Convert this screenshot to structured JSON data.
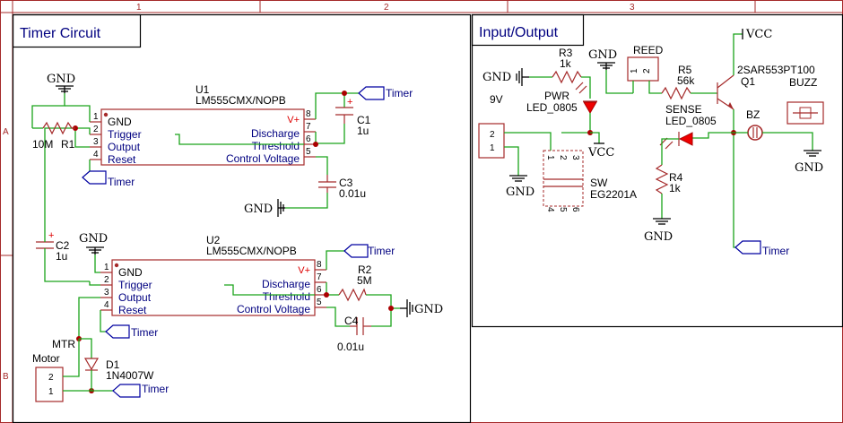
{
  "frame": {
    "columns": [
      "1",
      "2",
      "3"
    ],
    "rows": [
      "A",
      "B"
    ]
  },
  "timer_section": {
    "title": "Timer Circuit"
  },
  "io_section": {
    "title": "Input/Output"
  },
  "u1": {
    "ref": "U1",
    "part": "LM555CMX/NOPB",
    "left_pins": [
      {
        "num": "1",
        "name": "GND"
      },
      {
        "num": "2",
        "name": "Trigger"
      },
      {
        "num": "3",
        "name": "Output"
      },
      {
        "num": "4",
        "name": "Reset"
      }
    ],
    "right_pins": [
      {
        "num": "8",
        "name": "V+"
      },
      {
        "num": "7",
        "name": "Discharge"
      },
      {
        "num": "6",
        "name": "Threshold"
      },
      {
        "num": "5",
        "name": "Control Voltage"
      }
    ]
  },
  "u2": {
    "ref": "U2",
    "part": "LM555CMX/NOPB",
    "left_pins": [
      {
        "num": "1",
        "name": "GND"
      },
      {
        "num": "2",
        "name": "Trigger"
      },
      {
        "num": "3",
        "name": "Output"
      },
      {
        "num": "4",
        "name": "Reset"
      }
    ],
    "right_pins": [
      {
        "num": "8",
        "name": "V+"
      },
      {
        "num": "7",
        "name": "Discharge"
      },
      {
        "num": "6",
        "name": "Threshold"
      },
      {
        "num": "5",
        "name": "Control Voltage"
      }
    ]
  },
  "r1": {
    "ref": "R1",
    "value": "10M"
  },
  "r2": {
    "ref": "R2",
    "value": "5M"
  },
  "r3": {
    "ref": "R3",
    "value": "1k"
  },
  "r4": {
    "ref": "R4",
    "value": "1k"
  },
  "r5": {
    "ref": "R5",
    "value": "56k"
  },
  "c1": {
    "ref": "C1",
    "value": "1u"
  },
  "c2": {
    "ref": "C2",
    "value": "1u"
  },
  "c3": {
    "ref": "C3",
    "value": "0.01u"
  },
  "c4": {
    "ref": "C4",
    "value": "0.01u"
  },
  "d1": {
    "ref": "D1",
    "value": "1N4007W"
  },
  "pwr_led": {
    "ref": "PWR",
    "value": "LED_0805"
  },
  "sense_led": {
    "ref": "SENSE",
    "value": "LED_0805"
  },
  "reed": {
    "ref": "REED",
    "pins": [
      "1",
      "2"
    ]
  },
  "q1": {
    "ref": "Q1",
    "value": "2SAR553PT100"
  },
  "bz": {
    "ref": "BZ",
    "value": "BUZZ"
  },
  "sw": {
    "ref": "SW",
    "value": "EG2201A",
    "top_pins": [
      "1",
      "2",
      "3"
    ],
    "bottom_pins": [
      "4",
      "5",
      "6"
    ]
  },
  "batt": {
    "ref": "9V",
    "pins": [
      "2",
      "1"
    ]
  },
  "motor": {
    "ref": "MTR",
    "label": "Motor",
    "pins": [
      "2",
      "1"
    ]
  },
  "nets": {
    "gnd": "GND",
    "vcc": "VCC",
    "timer": "Timer"
  },
  "plus": "+"
}
